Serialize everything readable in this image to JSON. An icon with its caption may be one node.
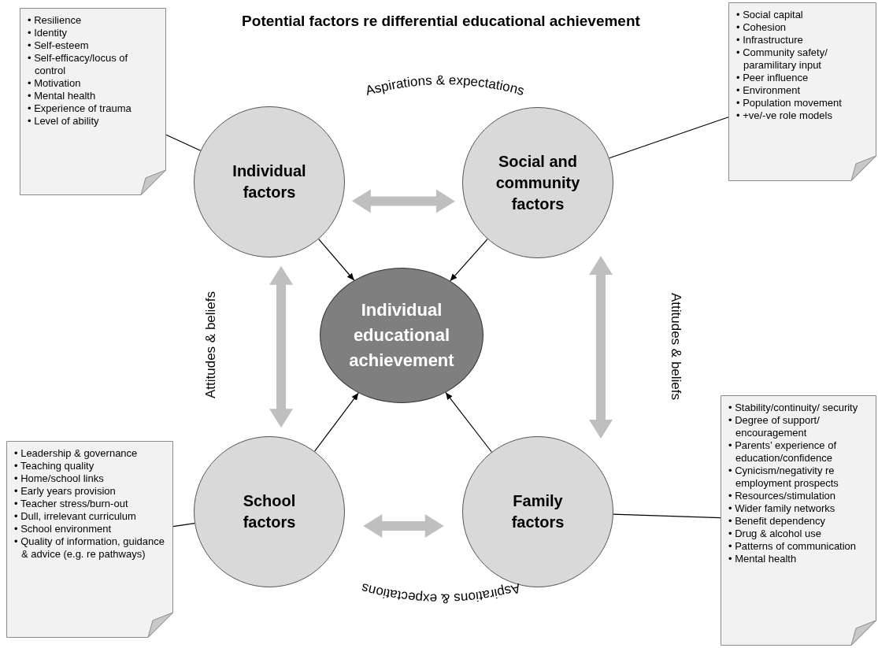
{
  "diagram": {
    "title": "Potential factors re differential educational achievement",
    "nodes": [
      {
        "text": [
          "Individual factors"
        ]
      },
      {
        "text": [
          "Social and community factors"
        ]
      },
      {
        "text": [
          "Individual educational achievement"
        ]
      },
      {
        "text": [
          "School factors"
        ]
      },
      {
        "text": [
          "Family factors"
        ]
      },
      {
        "text": [
          "• Resilience",
          "• Identity",
          "• Self-esteem",
          "• Self-efficacy/locus of control",
          "• Motivation",
          "• Mental health",
          "• Experience of trauma",
          "• Level of ability"
        ]
      },
      {
        "text": [
          "• Social capital",
          "• Cohesion",
          "• Infrastructure",
          "• Community safety/ paramilitary input",
          "• Peer influence",
          "• Environment",
          "• Population movement",
          "• +ve/-ve role models"
        ]
      },
      {
        "text": [
          "• Leadership & governance",
          "• Teaching quality",
          "• Home/school links",
          "• Early years provision",
          "• Teacher stress/burn-out",
          "• Dull, irrelevant curriculum",
          "• School environment",
          "• Quality of information, guidance & advice (e.g. re pathways)"
        ]
      },
      {
        "text": [
          "• Stability/continuity/ security",
          "• Degree of support/ encouragement",
          "• Parents’ experience of education/confidence",
          "• Cynicism/negativity re employment prospects",
          "• Resources/stimulation",
          "• Wider family networks",
          "• Benefit dependency",
          "• Drug & alcohol use",
          "• Patterns of communication",
          "• Mental health"
        ]
      }
    ],
    "edges": [
      {
        "from": 0,
        "to": 1,
        "arrow": "both",
        "style": "thick",
        "color": "#bfbfbf"
      },
      {
        "from": 0,
        "to": 3,
        "arrow": "both",
        "style": "thick",
        "color": "#bfbfbf"
      },
      {
        "from": 1,
        "to": 4,
        "arrow": "both",
        "style": "thick",
        "color": "#bfbfbf"
      },
      {
        "from": 3,
        "to": 4,
        "arrow": "both",
        "style": "thick",
        "color": "#bfbfbf"
      },
      {
        "from": 0,
        "to": 2,
        "arrow": "to"
      },
      {
        "from": 1,
        "to": 2,
        "arrow": "to"
      },
      {
        "from": 3,
        "to": 2,
        "arrow": "to"
      },
      {
        "from": 4,
        "to": 2,
        "arrow": "to"
      },
      {
        "from": 5,
        "to": 0,
        "arrow": "none"
      },
      {
        "from": 6,
        "to": 1,
        "arrow": "none"
      },
      {
        "from": 7,
        "to": 3,
        "arrow": "none"
      },
      {
        "from": 8,
        "to": 4,
        "arrow": "none"
      }
    ],
    "labels": [
      "Aspirations & expectations",
      "Attitudes & beliefs",
      "Attitudes & beliefs",
      "Aspirations & expectations"
    ]
  }
}
